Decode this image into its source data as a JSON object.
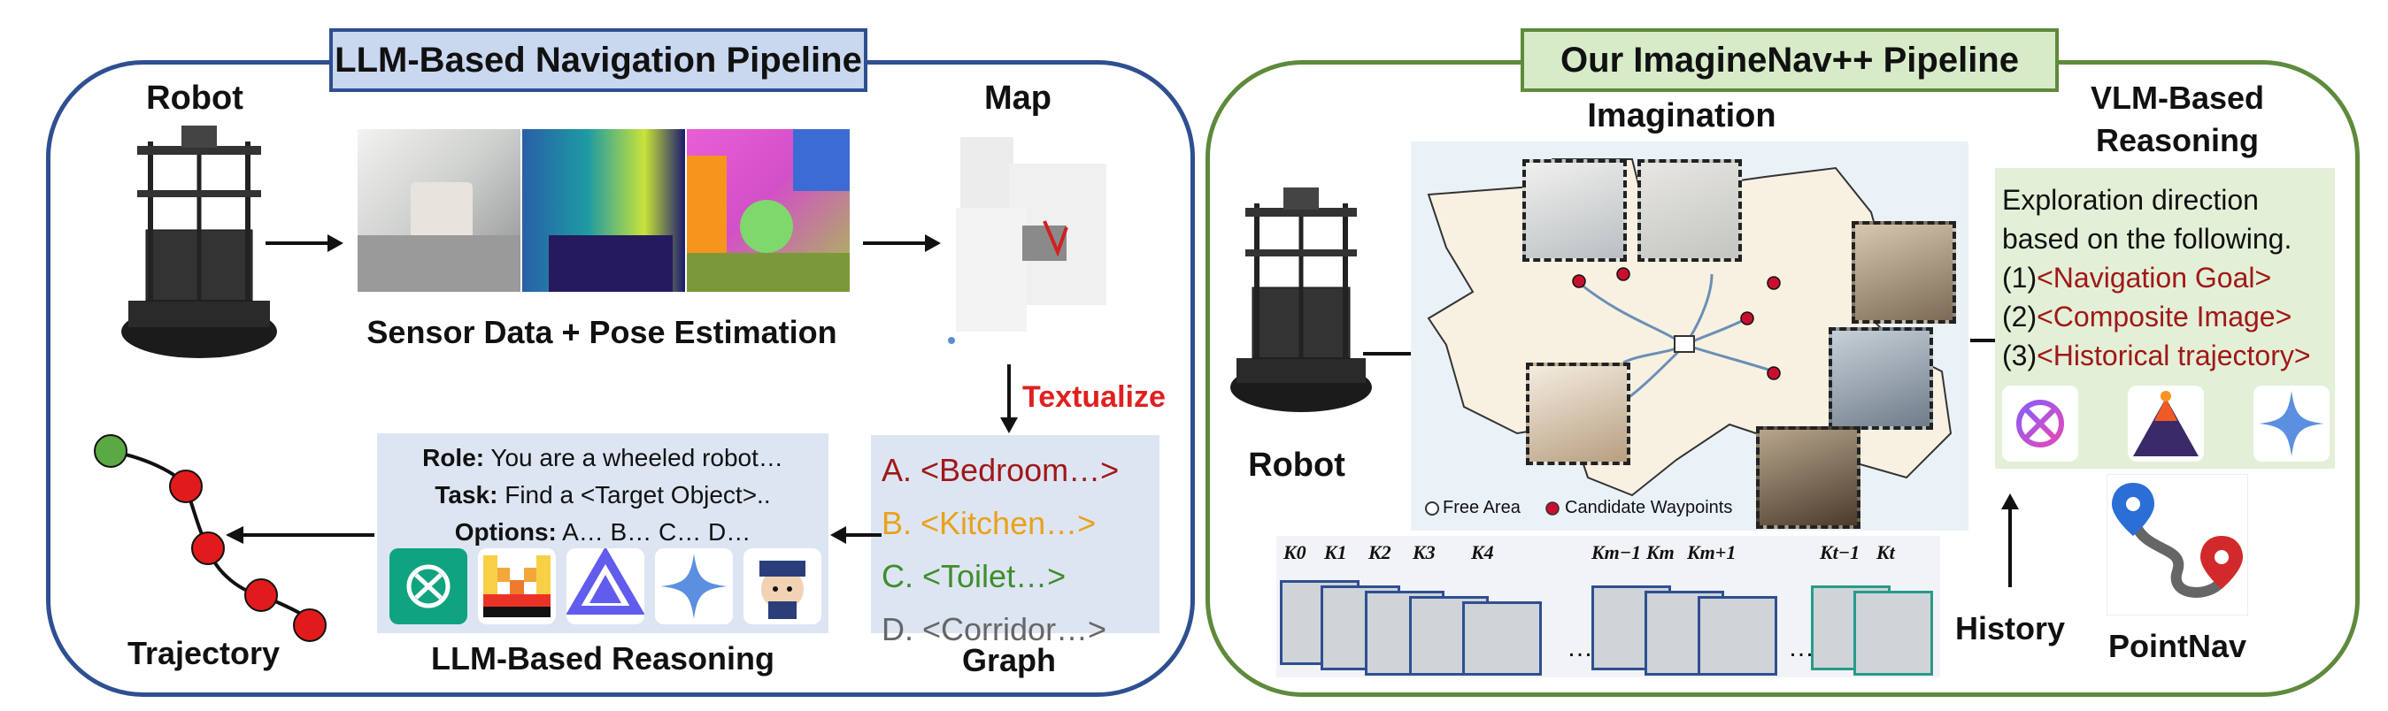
{
  "left_panel": {
    "title": "LLM-Based Navigation Pipeline",
    "robot_label": "Robot",
    "sensor_label": "Sensor Data + Pose Estimation",
    "map_label": "Map",
    "textualize_label": "Textualize",
    "graph_label": "Graph",
    "graph_options": [
      {
        "text": "A.  <Bedroom…>",
        "color": "#a01818"
      },
      {
        "text": "B.  <Kitchen…>",
        "color": "#e8a21a"
      },
      {
        "text": "C.  <Toilet…>",
        "color": "#3e8e2a"
      },
      {
        "text": "D.  <Corridor…>",
        "color": "#666666"
      }
    ],
    "prompt": {
      "role_key": "Role:",
      "role_val": " You are a wheeled robot…",
      "task_key": "Task:",
      "task_val": " Find a <Target Object>..",
      "options_key": "Options:",
      "options_val": " A… B… C… D…"
    },
    "reasoning_label": "LLM-Based Reasoning",
    "trajectory_label": "Trajectory"
  },
  "right_panel": {
    "title": "Our ImagineNav++ Pipeline",
    "imagination_label": "Imagination",
    "robot_label": "Robot",
    "legend_free": "Free Area",
    "legend_waypoints": "Candidate Waypoints",
    "vlm_label_1": "VLM-Based",
    "vlm_label_2": "Reasoning",
    "reasoning_lines": [
      {
        "prefix": "Exploration direction",
        "tag": ""
      },
      {
        "prefix": "based on the following.",
        "tag": ""
      },
      {
        "prefix": "(1)",
        "tag": "<Navigation Goal>"
      },
      {
        "prefix": "(2)",
        "tag": "<Composite Image>"
      },
      {
        "prefix": "(3)",
        "tag": "<Historical trajectory>"
      }
    ],
    "history_label": "History",
    "pointnav_label": "PointNav",
    "keyframes_a": [
      "K0",
      "K1",
      "K2",
      "K3",
      "K4"
    ],
    "keyframes_b": [
      "Km−1",
      "Km",
      "Km+1"
    ],
    "keyframes_c": [
      "Kt−1",
      "Kt"
    ],
    "ellipsis": "…"
  },
  "colors": {
    "left_border": "#2e4f91",
    "right_border": "#5e8a3c",
    "textualize": "#e02020",
    "tag_red": "#a01818",
    "waypoint": "#c8102e"
  }
}
